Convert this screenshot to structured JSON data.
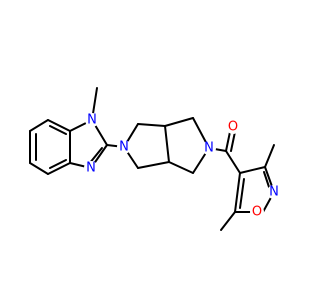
{
  "molecule": {
    "colors": {
      "bond": "#000000",
      "carbon": "#000000",
      "nitrogen": "#0000ff",
      "oxygen": "#ff0000",
      "background": "#ffffff"
    },
    "atom_labels": {
      "n_methyl": "N",
      "n_imidazole": "N",
      "n_pyrrolidine_left": "N",
      "n_pyrrolidine_right": "N",
      "o_carbonyl": "O",
      "n_isoxazole": "N",
      "o_isoxazole": "O"
    }
  }
}
